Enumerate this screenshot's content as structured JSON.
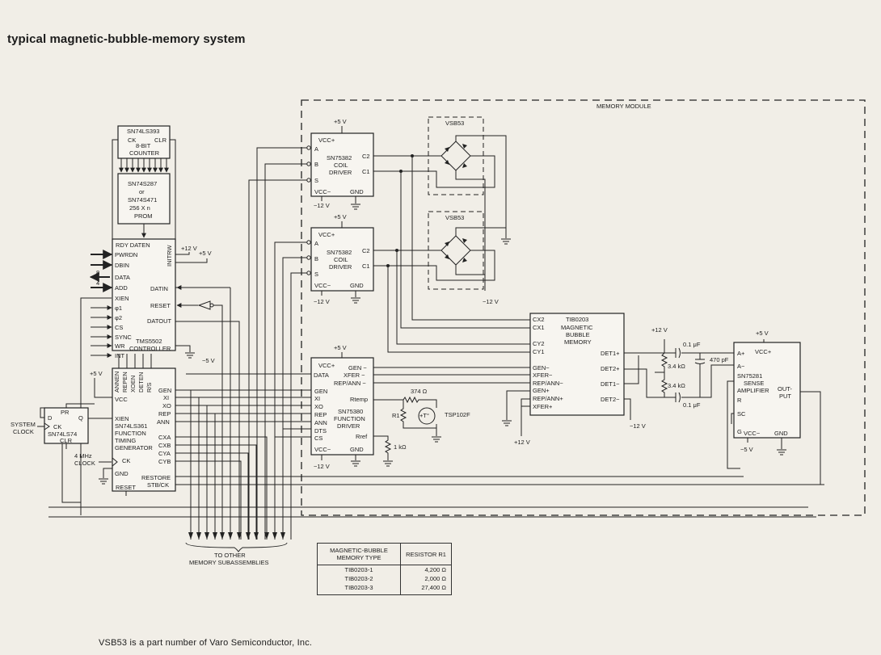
{
  "title": "typical magnetic-bubble-memory system",
  "footnote": "VSB53 is a part number of Varo Semiconductor, Inc.",
  "memory_module": {
    "label": "MEMORY MODULE"
  },
  "counter": {
    "part": "SN74LS393",
    "ck": "CK",
    "clr": "CLR",
    "line1": "8-BIT",
    "line2": "COUNTER"
  },
  "prom": {
    "part1": "SN74S287",
    "or": "or",
    "part2": "SN74S471",
    "size": "256 X n",
    "type": "PROM"
  },
  "controller": {
    "part": "TMS5502",
    "type": "CONTROLLER",
    "pins_left": [
      "PWRDN",
      "DBIN",
      "DATA",
      "ADD",
      "XIEN",
      "φ1",
      "φ2",
      "CS",
      "SYNC",
      "WR",
      "INT"
    ],
    "pins_top": "RDY  DATEN",
    "pin_initrw": "INITRW",
    "pins_right": [
      "DATIN",
      "RESET",
      "DATOUT"
    ],
    "bus_data": "8",
    "bus_add": "4"
  },
  "fttg": {
    "part": "SN74LS361",
    "line1": "FUNCTION",
    "line2": "TIMING",
    "line3": "GENERATOR",
    "pin_xien": "XIEN",
    "pin_vcc": "VCC",
    "pin_ck": "CK",
    "pin_gnd": "GND",
    "pin_reset": "RESET",
    "pins_top": [
      "ANNEN",
      "REPEN",
      "XOEN",
      "DETEN",
      "R/S"
    ],
    "pins_right": [
      "GEN",
      "XI",
      "XO",
      "REP",
      "ANN",
      "CXA",
      "CXB",
      "CYA",
      "CYB",
      "RESTORE",
      "STB/CK"
    ]
  },
  "flipflop": {
    "part": "SN74LS74",
    "pr": "PR",
    "d": "D",
    "q": "Q",
    "ck": "CK",
    "clr": "CLR"
  },
  "system_clock": {
    "line1": "SYSTEM",
    "line2": "CLOCK"
  },
  "clock4": {
    "line1": "4 MHz",
    "line2": "CLOCK"
  },
  "coil1": {
    "part": "SN75382",
    "line1": "COIL",
    "line2": "DRIVER",
    "vccp": "VCC+",
    "vccm": "VCC−",
    "gnd": "GND",
    "a": "A",
    "b": "B",
    "s": "S",
    "c2": "C2",
    "c1": "C1",
    "supply_p": "+5 V",
    "supply_m": "−12 V"
  },
  "coil2": {
    "part": "SN75382",
    "line1": "COIL",
    "line2": "DRIVER",
    "vccp": "VCC+",
    "vccm": "VCC−",
    "gnd": "GND",
    "a": "A",
    "b": "B",
    "s": "S",
    "c2": "C2",
    "c1": "C1",
    "supply_p": "+5 V",
    "supply_m": "−12 V"
  },
  "vsb1": {
    "label": "VSB53"
  },
  "vsb2": {
    "label": "VSB53"
  },
  "funcdrv": {
    "part": "SN75380",
    "line1": "FUNCTION",
    "line2": "DRIVER",
    "vccp": "VCC+",
    "vccm": "VCC−",
    "gnd": "GND",
    "pins_left": [
      "DATA",
      "GEN",
      "XI",
      "XO",
      "REP",
      "ANN",
      "DTS",
      "CS"
    ],
    "pins_right": [
      "GEN −",
      "XFER −",
      "REP/ANN −"
    ],
    "rtemp": "Rtemp",
    "rref": "Rref",
    "supply_p": "+5 V",
    "supply_m": "−12 V"
  },
  "bubble": {
    "part": "TIB0203",
    "line1": "MAGNETIC",
    "line2": "BUBBLE",
    "line3": "MEMORY",
    "pins_left_top": [
      "CX2",
      "CX1",
      "CY2",
      "CY1"
    ],
    "pins_left_bottom": [
      "GEN−",
      "XFER−",
      "REP/ANN−",
      "GEN+",
      "REP/ANN+",
      "XFER+"
    ],
    "pins_right": [
      "DET1+",
      "DET2+",
      "DET1−",
      "DET2−"
    ]
  },
  "sense": {
    "part": "SN75281",
    "line1": "SENSE",
    "line2": "AMPLIFIER",
    "vccp": "VCC+",
    "vccm": "VCC−",
    "gnd": "GND",
    "pins_left": [
      "A+",
      "A−",
      "R",
      "SC",
      "G"
    ],
    "out1": "OUT-",
    "out2": "PUT",
    "supply_p": "+5 V",
    "supply_m": "−5 V"
  },
  "labels": {
    "p12v_ctrl": "+12 V",
    "p5v_ctrl": "+5 V",
    "m5v_ctrl": "−5 V",
    "p5v_fttg": "+5 V",
    "m12v_vsb": "−12 V",
    "p12v_bias": "+12 V",
    "p12v_bub": "+12 V",
    "m12v_bub": "−12 V",
    "r374": "374 Ω",
    "r1": "R1",
    "tsp": "TSP102F",
    "t": "+T°",
    "r1k": "1 kΩ",
    "r34a": "3.4 kΩ",
    "r34b": "3.4 kΩ",
    "c01a": "0.1 μF",
    "c01b": "0.1 μF",
    "c470": "470 pF",
    "other1": "TO OTHER",
    "other2": "MEMORY SUBASSEMBLIES"
  },
  "table": {
    "headers": [
      "MAGNETIC-BUBBLE MEMORY TYPE",
      "RESISTOR R1"
    ],
    "rows": [
      [
        "TIB0203-1",
        "4,200 Ω"
      ],
      [
        "TIB0203-2",
        "2,000 Ω"
      ],
      [
        "TIB0203-3",
        "27,400 Ω"
      ]
    ]
  }
}
